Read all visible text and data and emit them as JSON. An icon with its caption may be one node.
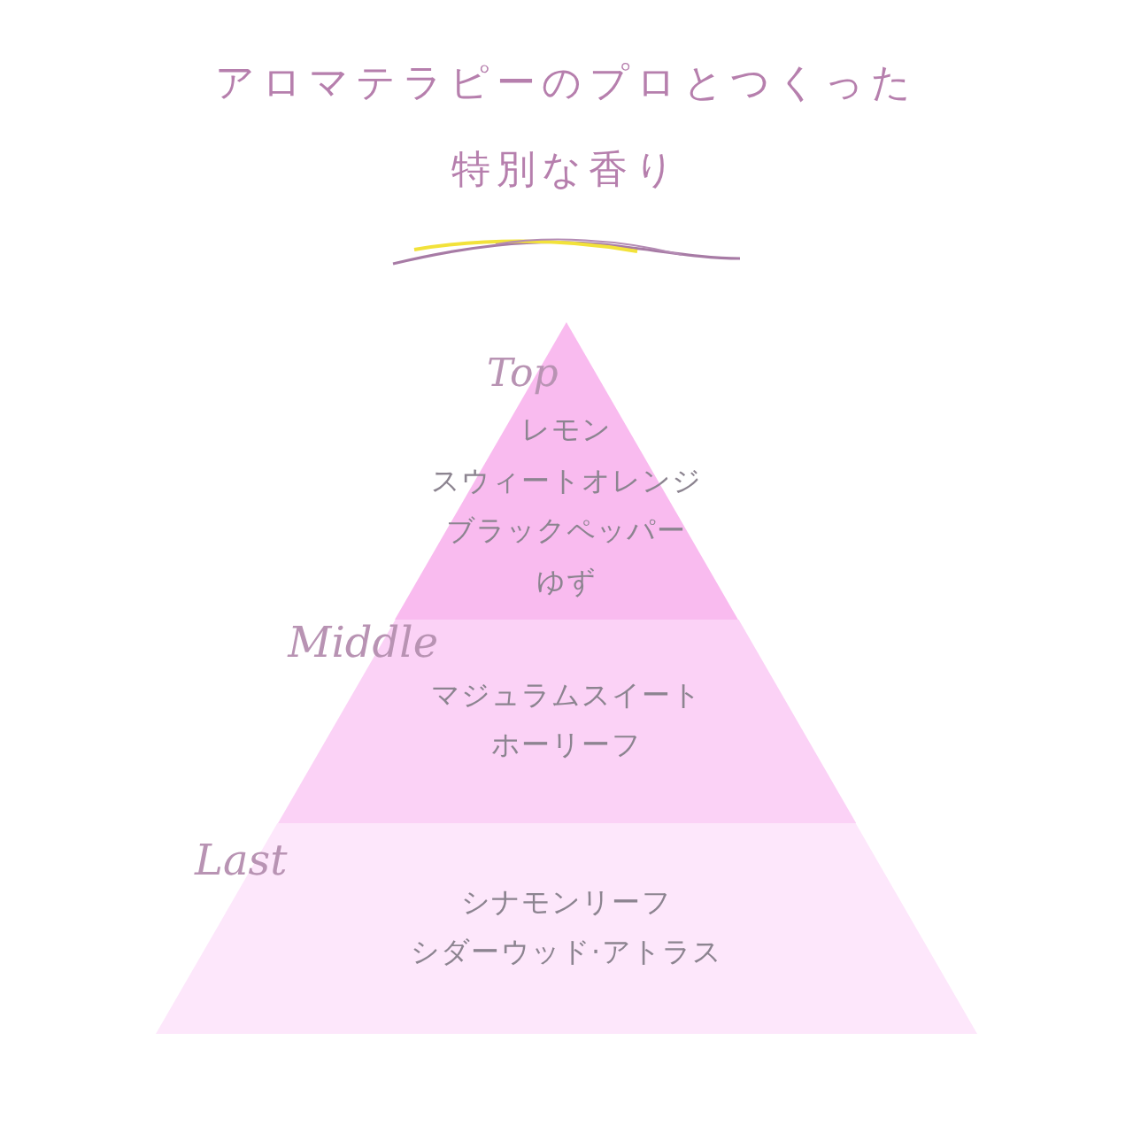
{
  "diagram": {
    "title": "アロマテラピーのプロとつくった特別な香り",
    "nodes": [
      {
        "text": [
          "Top",
          "レモン",
          "スウィートオレンジ",
          "ブラックペッパー",
          "ゆず"
        ]
      },
      {
        "text": [
          "Middle",
          "マジュラムスイート",
          "ホーリーフ"
        ]
      },
      {
        "text": [
          "Last",
          "シナモンリーフ",
          "シダーウッド·アトラス"
        ]
      }
    ]
  }
}
